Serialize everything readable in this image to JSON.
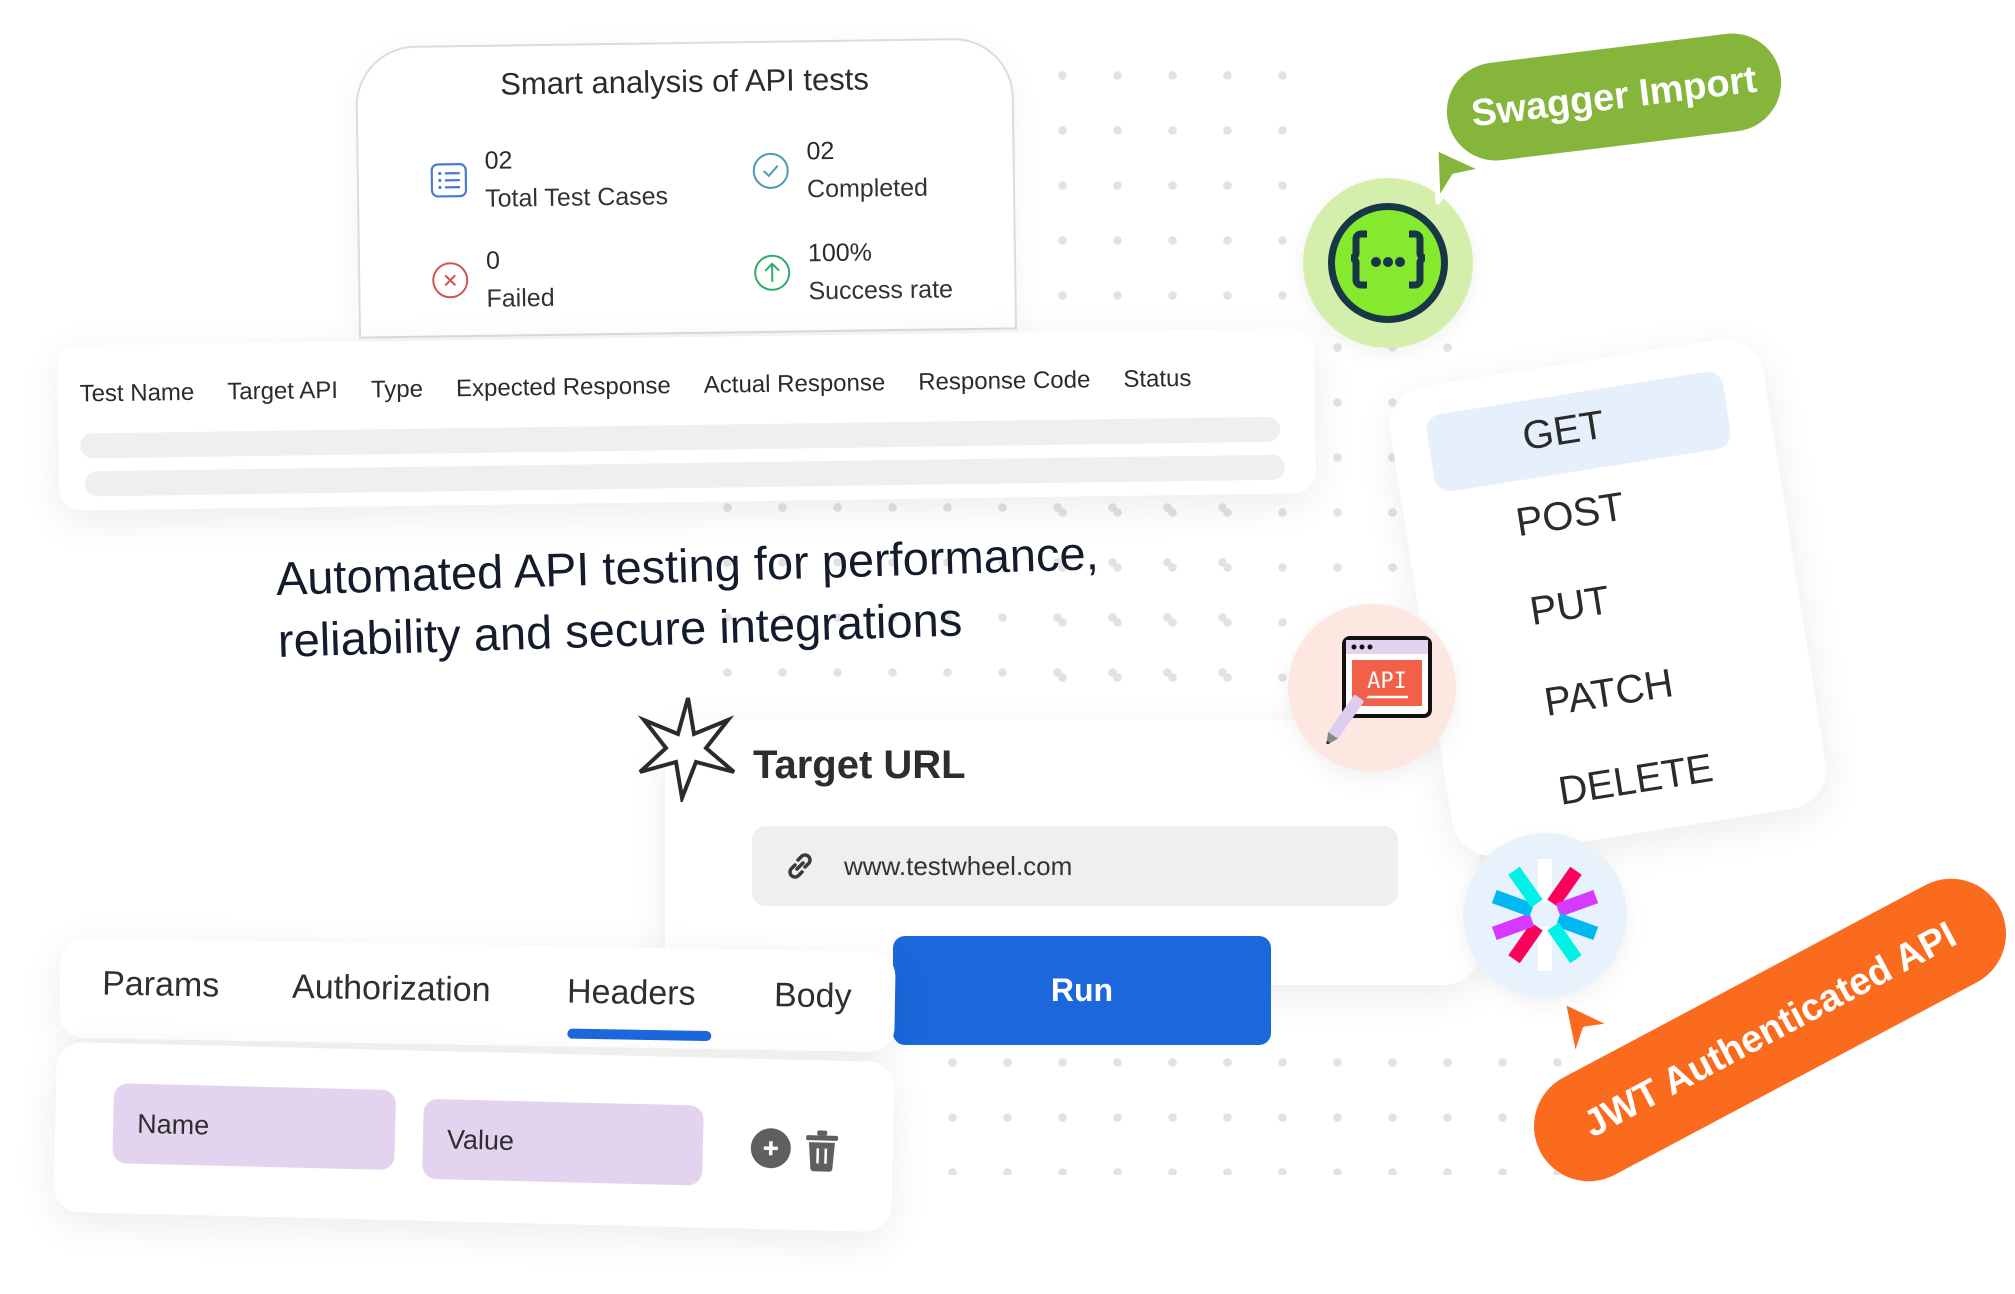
{
  "analysis": {
    "title": "Smart analysis of API tests",
    "stats": [
      {
        "value": "02",
        "label": "Total Test Cases",
        "icon": "list-icon",
        "color": "#4a7bd0"
      },
      {
        "value": "02",
        "label": "Completed",
        "icon": "check-circle-icon",
        "color": "#4a9bb5"
      },
      {
        "value": "0",
        "label": "Failed",
        "icon": "x-circle-icon",
        "color": "#d0544f"
      },
      {
        "value": "100%",
        "label": "Success rate",
        "icon": "arrow-up-circle-icon",
        "color": "#2eaa6a"
      }
    ]
  },
  "results_table": {
    "columns": [
      "Test Name",
      "Target API",
      "Type",
      "Expected Response",
      "Actual Response",
      "Response Code",
      "Status"
    ],
    "rows": [
      {},
      {}
    ]
  },
  "headline": {
    "line1": "Automated API testing for performance,",
    "line2": "reliability and secure integrations"
  },
  "target_url": {
    "title": "Target URL",
    "value": "www.testwheel.com",
    "icon": "link-icon"
  },
  "run_button": {
    "label": "Run",
    "color": "#1b67dc"
  },
  "request_tabs": {
    "tabs": [
      "Params",
      "Authorization",
      "Headers",
      "Body"
    ],
    "active": "Headers"
  },
  "headers_editor": {
    "name_placeholder": "Name",
    "value_placeholder": "Value",
    "add_icon": "plus-circle-icon",
    "delete_icon": "trash-icon"
  },
  "methods": {
    "items": [
      "GET",
      "POST",
      "PUT",
      "PATCH",
      "DELETE"
    ],
    "selected": "GET"
  },
  "badges": {
    "swagger": {
      "label": "Swagger Import",
      "color": "#85b63b",
      "icon": "swagger-braces-icon"
    },
    "jwt": {
      "label": "JWT Authenticated API",
      "color": "#fb6b1e",
      "icon": "jwt-logo-icon"
    },
    "api": {
      "icon": "api-window-pencil-icon"
    }
  }
}
